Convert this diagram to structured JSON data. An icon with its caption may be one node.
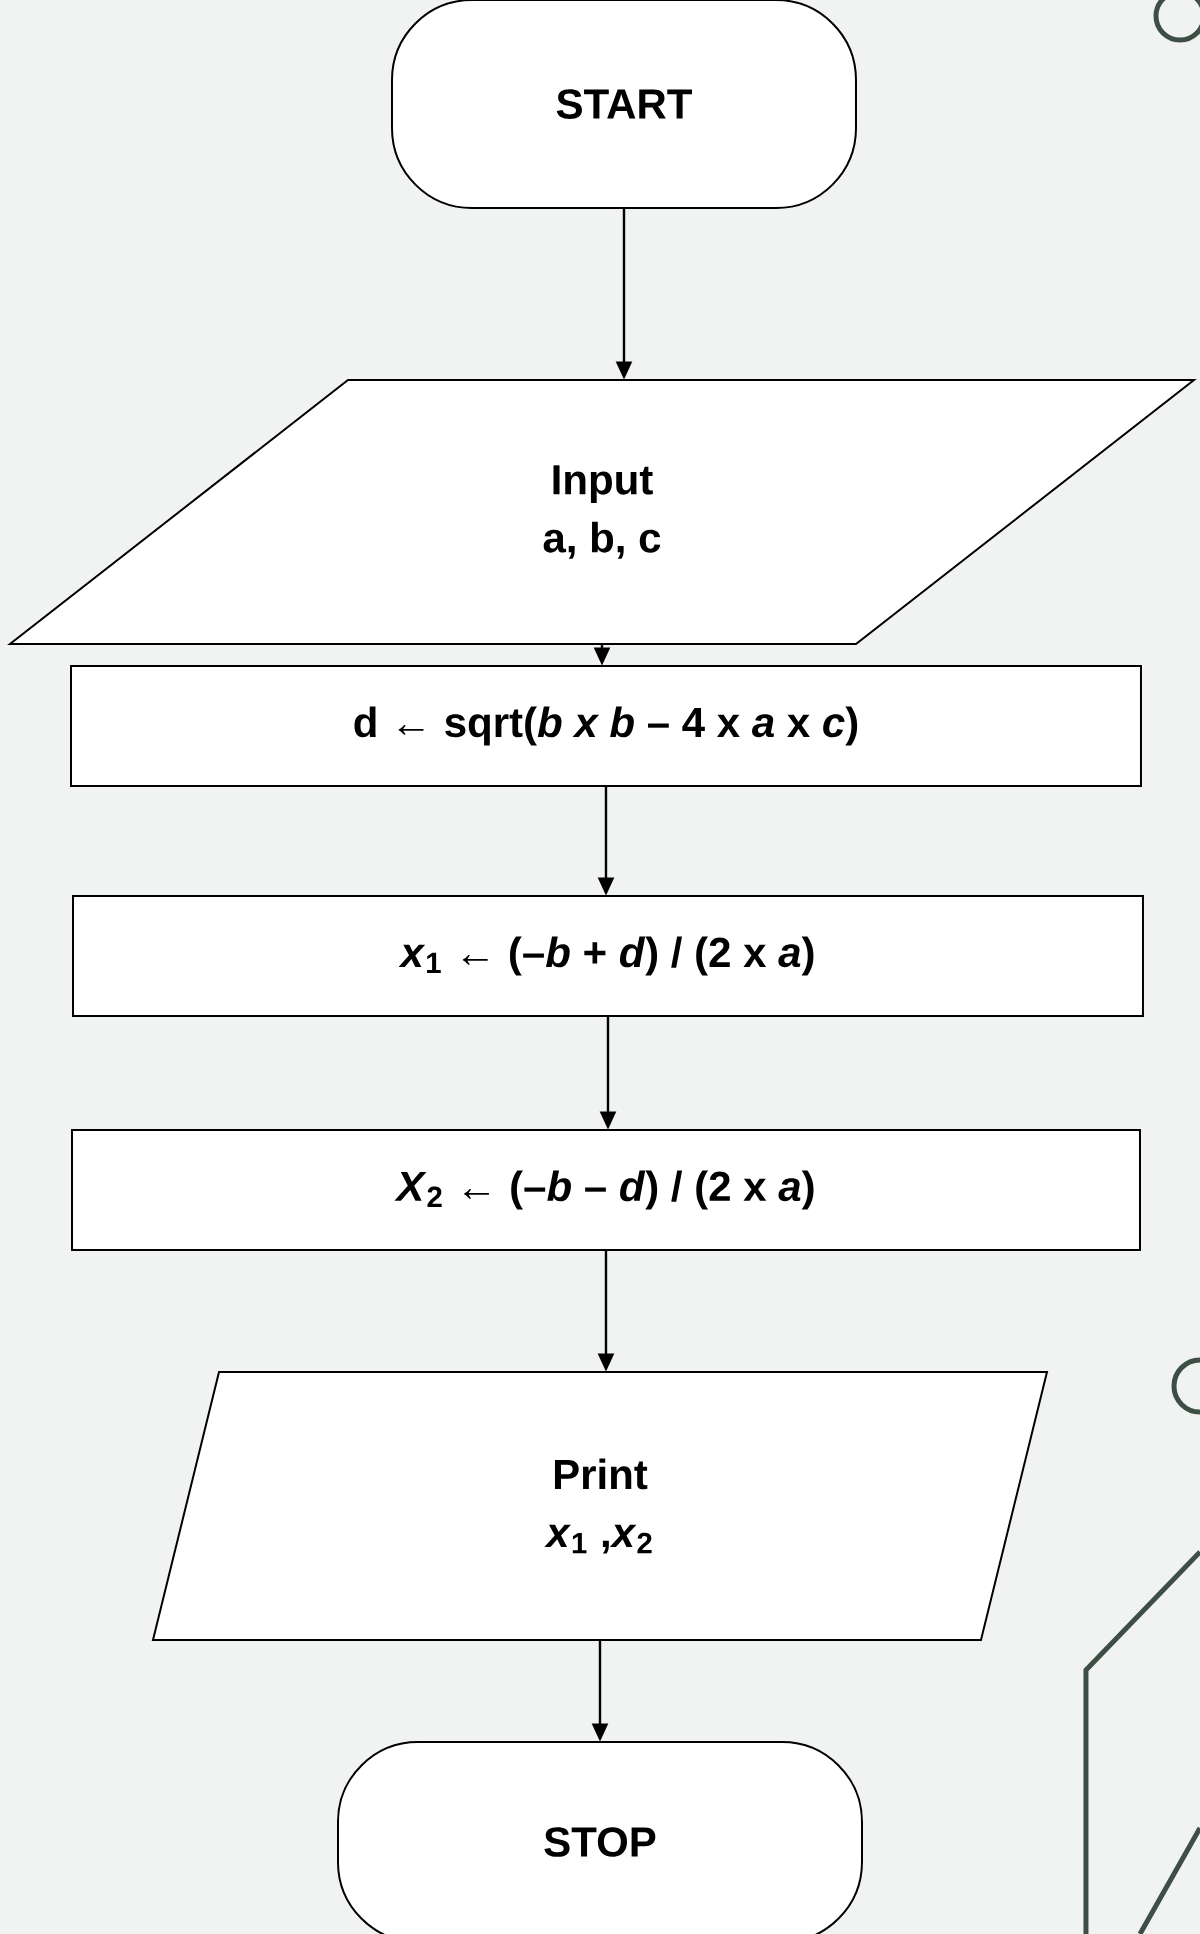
{
  "diagram": {
    "nodes": [
      {
        "text": [
          "START"
        ]
      },
      {
        "text": [
          "Input",
          "a, b, c"
        ]
      },
      {
        "text": [
          "d ← sqrt(*b x b* – 4 x *a* x *c*)"
        ]
      },
      {
        "text": [
          "*x*$_{1}$ ← (–*b* + *d*) / (2 x *a*)"
        ]
      },
      {
        "text": [
          "*X*$_{2}$ ← (–*b* – *d*) / (2 x *a*)"
        ]
      },
      {
        "text": [
          "Print",
          "*x*$_{1}$ ,*x*$_{2}$"
        ]
      },
      {
        "text": [
          "STOP"
        ]
      }
    ],
    "edges": [
      {
        "from": 0,
        "to": 1,
        "arrow": "to"
      },
      {
        "from": 1,
        "to": 2,
        "arrow": "to"
      },
      {
        "from": 2,
        "to": 3,
        "arrow": "to"
      },
      {
        "from": 3,
        "to": 4,
        "arrow": "to"
      },
      {
        "from": 4,
        "to": 5,
        "arrow": "to"
      },
      {
        "from": 5,
        "to": 6,
        "arrow": "to"
      }
    ]
  }
}
